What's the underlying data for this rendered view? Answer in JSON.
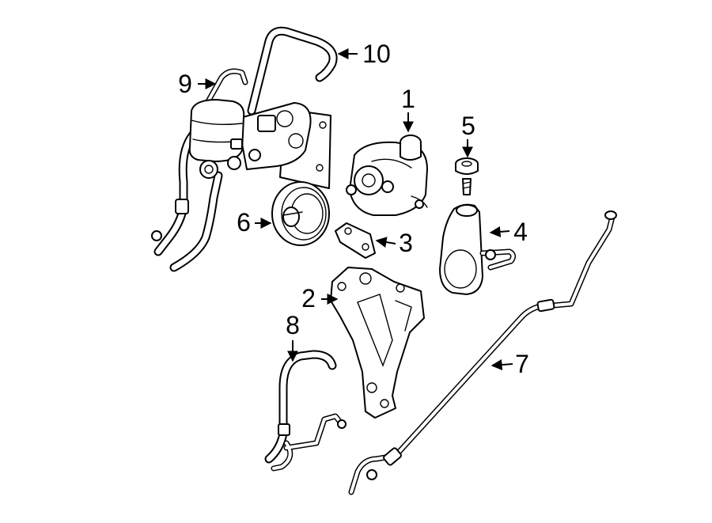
{
  "callouts": [
    {
      "id": "1",
      "label": "1"
    },
    {
      "id": "2",
      "label": "2"
    },
    {
      "id": "3",
      "label": "3"
    },
    {
      "id": "4",
      "label": "4"
    },
    {
      "id": "5",
      "label": "5"
    },
    {
      "id": "6",
      "label": "6"
    },
    {
      "id": "7",
      "label": "7"
    },
    {
      "id": "8",
      "label": "8"
    },
    {
      "id": "9",
      "label": "9"
    },
    {
      "id": "10",
      "label": "10"
    }
  ],
  "colors": {
    "ink": "#000000",
    "background": "#ffffff"
  }
}
